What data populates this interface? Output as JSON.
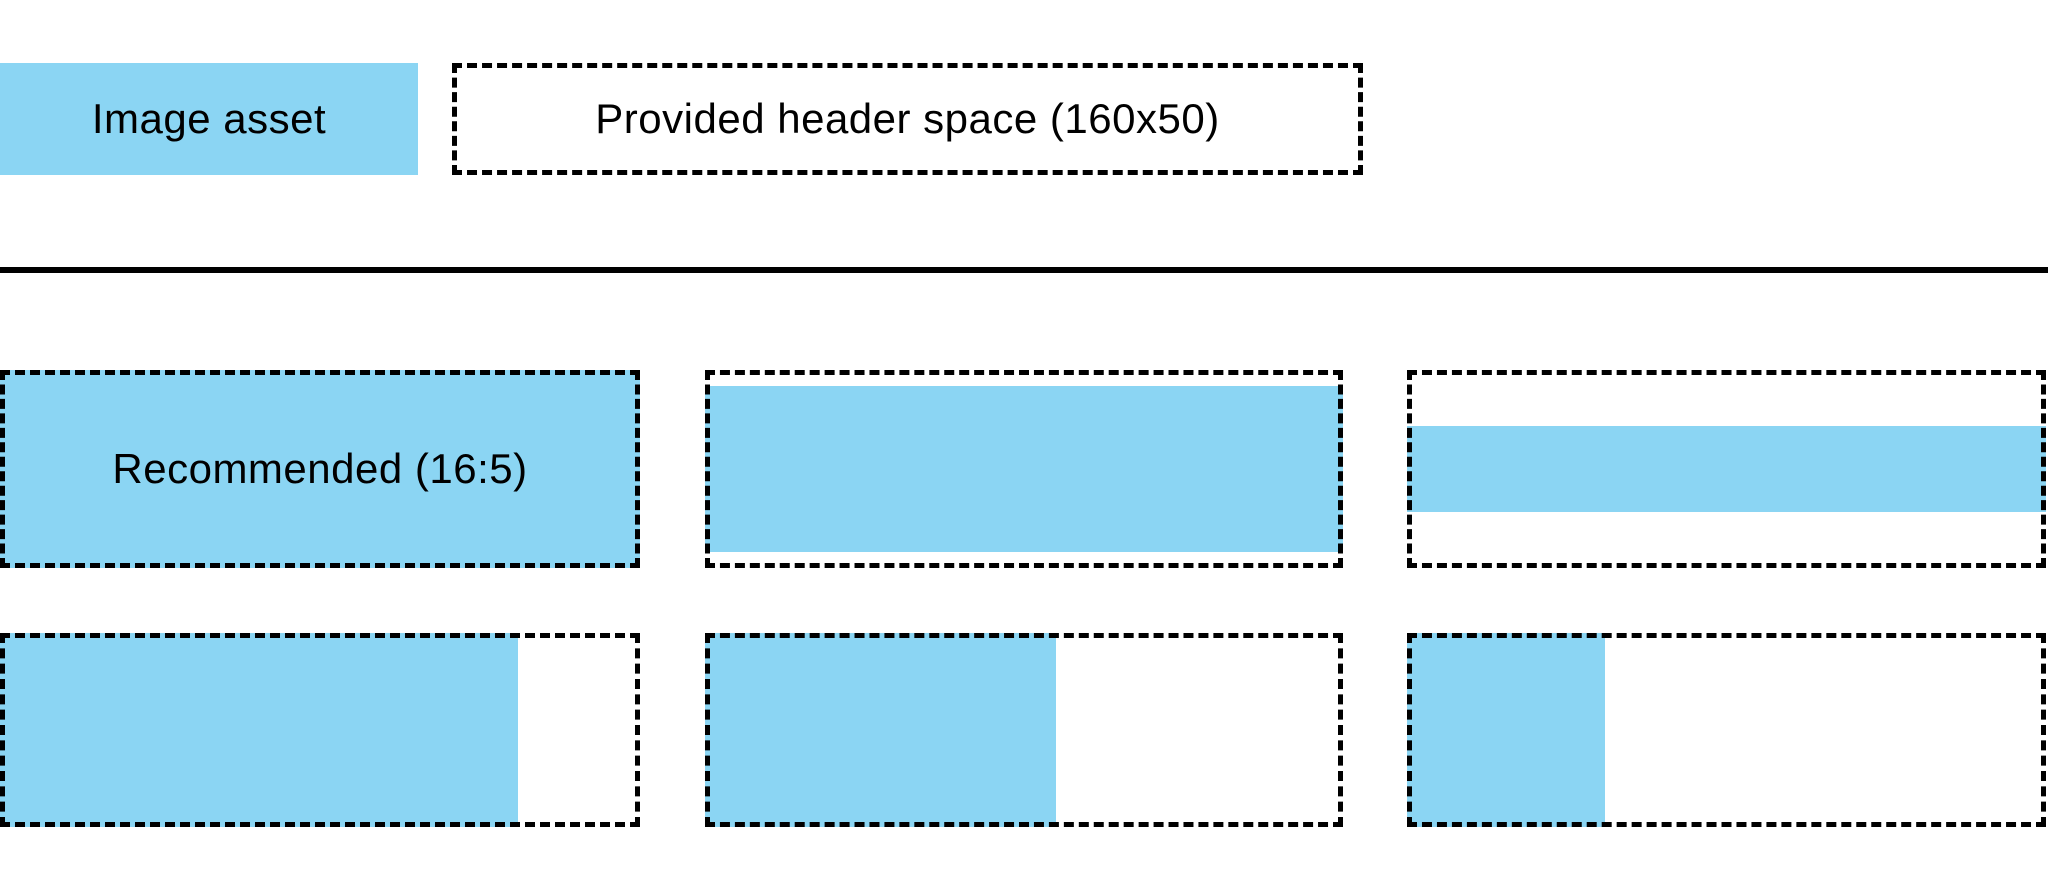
{
  "colors": {
    "asset_blue": "#8BD5F3",
    "outline": "#000000",
    "text": "#000000",
    "background": "#ffffff"
  },
  "legend": {
    "image_asset_label": "Image asset",
    "header_space_label": "Provided header space (160x50)"
  },
  "header_space": {
    "width": 160,
    "height": 50
  },
  "examples": {
    "recommended_aspect_ratio": "16:5",
    "cells": [
      {
        "name": "recommended-16-5",
        "label": "Recommended (16:5)",
        "fill": {
          "width_pct": 100,
          "height_pct": 100,
          "h_align": "left",
          "v_align": "top"
        }
      },
      {
        "name": "wider-asset-slightly",
        "label": "",
        "fill": {
          "width_pct": 100,
          "height_pct": 84,
          "h_align": "left",
          "v_align": "center"
        }
      },
      {
        "name": "wider-asset-extreme",
        "label": "",
        "fill": {
          "width_pct": 100,
          "height_pct": 43,
          "h_align": "left",
          "v_align": "center"
        }
      },
      {
        "name": "narrower-asset-slightly",
        "label": "",
        "fill": {
          "width_pct": 81,
          "height_pct": 100,
          "h_align": "left",
          "v_align": "top"
        }
      },
      {
        "name": "narrower-asset-medium",
        "label": "",
        "fill": {
          "width_pct": 55,
          "height_pct": 100,
          "h_align": "left",
          "v_align": "top"
        }
      },
      {
        "name": "narrower-asset-extreme",
        "label": "",
        "fill": {
          "width_pct": 31,
          "height_pct": 100,
          "h_align": "left",
          "v_align": "top"
        }
      }
    ]
  }
}
